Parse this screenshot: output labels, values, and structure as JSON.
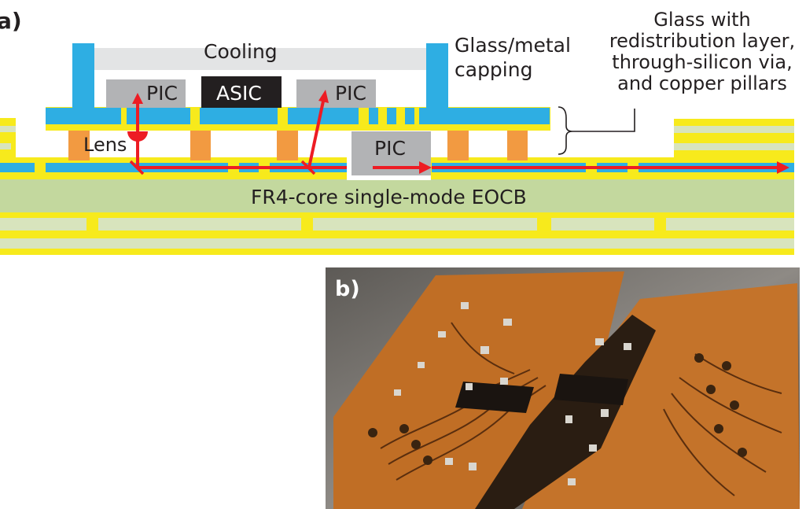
{
  "panel_a": {
    "label": "a)",
    "labels": {
      "cooling": "Cooling",
      "capping_line1": "Glass/metal",
      "capping_line2": "capping",
      "interposer_line1": "Glass with",
      "interposer_line2": "redistribution layer,",
      "interposer_line3": "through-silicon via,",
      "interposer_line4": "and copper pillars",
      "pic_left": "PIC",
      "asic": "ASIC",
      "pic_right": "PIC",
      "pic_embedded": "PIC",
      "lens": "Lens",
      "board": "FR4-core single-mode EOCB"
    },
    "colors": {
      "glass_blue": "#2eaee3",
      "copper_yellow": "#f7ea1c",
      "pillar_orange": "#f29a41",
      "chip_gray": "#b2b3b5",
      "asic_black": "#231f20",
      "cooling_gray": "#e3e4e5",
      "fr4_green": "#c3d89e",
      "fr4_light": "#d8e4bd",
      "light_path_red": "#ed1c24"
    }
  },
  "panel_b": {
    "label": "b)",
    "description": "Photograph of assembled electro-optical circuit board module"
  }
}
